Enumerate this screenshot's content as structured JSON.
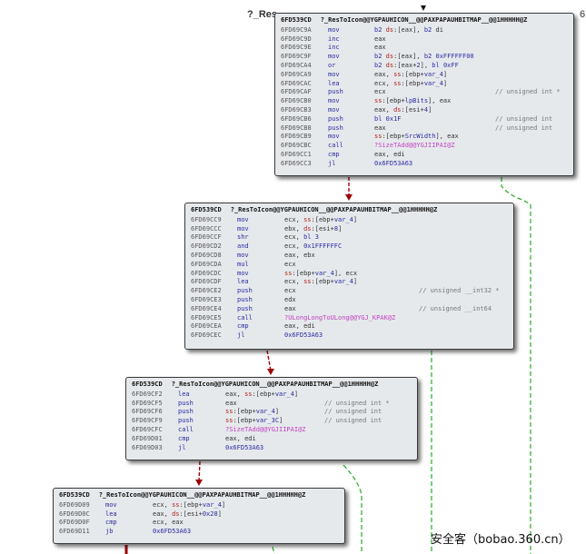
{
  "top_label": "?_Res",
  "right_edge_label": "6",
  "watermark": "安全客（bobao.360.cn）",
  "colors": {
    "edge_taken": "#a00000",
    "edge_fallthrough": "#22aa22",
    "node_bg": "#e6e9ec"
  },
  "nodes": [
    {
      "segment": "6FD539CD",
      "function": "?_ResToIcon@@YGPAUHICON__@@PAXPAPAUHBITMAP__@@1HHHHH@Z",
      "lines": [
        {
          "addr": "6FD69C9A",
          "mn": "mov",
          "op": "b2 ds:[eax], b2 di",
          "cm": ""
        },
        {
          "addr": "6FD69C9D",
          "mn": "inc",
          "op": "eax",
          "cm": ""
        },
        {
          "addr": "6FD69C9E",
          "mn": "inc",
          "op": "eax",
          "cm": ""
        },
        {
          "addr": "6FD69C9F",
          "mn": "mov",
          "op": "b2 ds:[eax], b2 0xFFFFFF00",
          "cm": ""
        },
        {
          "addr": "6FD69CA4",
          "mn": "or",
          "op": "b2 ds:[eax+2], bl 0xFF",
          "cm": ""
        },
        {
          "addr": "6FD69CA9",
          "mn": "mov",
          "op": "eax, ss:[ebp+var_4]",
          "cm": ""
        },
        {
          "addr": "6FD69CAC",
          "mn": "lea",
          "op": "ecx, ss:[ebp+var_4]",
          "cm": ""
        },
        {
          "addr": "6FD69CAF",
          "mn": "push",
          "op": "ecx",
          "cm": "// unsigned int *"
        },
        {
          "addr": "6FD69CB0",
          "mn": "mov",
          "op": "ss:[ebp+lpBits], eax",
          "cm": ""
        },
        {
          "addr": "6FD69CB3",
          "mn": "mov",
          "op": "eax, ds:[esi+4]",
          "cm": ""
        },
        {
          "addr": "6FD69CB6",
          "mn": "push",
          "op": "bl 0x1F",
          "cm": "// unsigned int"
        },
        {
          "addr": "6FD69CB8",
          "mn": "push",
          "op": "eax",
          "cm": "// unsigned int"
        },
        {
          "addr": "6FD69CB9",
          "mn": "mov",
          "op": "ss:[ebp+SrcWidth], eax",
          "cm": ""
        },
        {
          "addr": "6FD69CBC",
          "mn": "call",
          "op": "?SizeTAdd@@YGJIIPAI@Z",
          "cm": ""
        },
        {
          "addr": "6FD69CC1",
          "mn": "cmp",
          "op": "eax, edi",
          "cm": ""
        },
        {
          "addr": "6FD69CC3",
          "mn": "jl",
          "op": "0x6FD53A63",
          "cm": ""
        }
      ]
    },
    {
      "segment": "6FD539CD",
      "function": "?_ResToIcon@@YGPAUHICON__@@PAXPAPAUHBITMAP__@@1HHHHH@Z",
      "lines": [
        {
          "addr": "6FD69CC9",
          "mn": "mov",
          "op": "ecx, ss:[ebp+var_4]",
          "cm": ""
        },
        {
          "addr": "6FD69CCC",
          "mn": "mov",
          "op": "ebx, ds:[esi+8]",
          "cm": ""
        },
        {
          "addr": "6FD69CCF",
          "mn": "shr",
          "op": "ecx, bl 3",
          "cm": ""
        },
        {
          "addr": "6FD69CD2",
          "mn": "and",
          "op": "ecx, 0x1FFFFFFC",
          "cm": ""
        },
        {
          "addr": "6FD69CD8",
          "mn": "mov",
          "op": "eax, ebx",
          "cm": ""
        },
        {
          "addr": "6FD69CDA",
          "mn": "mul",
          "op": "ecx",
          "cm": ""
        },
        {
          "addr": "6FD69CDC",
          "mn": "mov",
          "op": "ss:[ebp+var_4], ecx",
          "cm": ""
        },
        {
          "addr": "6FD69CDF",
          "mn": "lea",
          "op": "ecx, ss:[ebp+var_4]",
          "cm": ""
        },
        {
          "addr": "6FD69CE2",
          "mn": "push",
          "op": "ecx",
          "cm": "// unsigned __int32 *"
        },
        {
          "addr": "6FD69CE3",
          "mn": "push",
          "op": "edx",
          "cm": ""
        },
        {
          "addr": "6FD69CE4",
          "mn": "push",
          "op": "eax",
          "cm": "// unsigned __int64"
        },
        {
          "addr": "6FD69CE5",
          "mn": "call",
          "op": "?ULongLongToULong@@YGJ_KPAK@Z",
          "cm": ""
        },
        {
          "addr": "6FD69CEA",
          "mn": "cmp",
          "op": "eax, edi",
          "cm": ""
        },
        {
          "addr": "6FD69CEC",
          "mn": "jl",
          "op": "0x6FD53A63",
          "cm": ""
        }
      ]
    },
    {
      "segment": "6FD539CD",
      "function": "?_ResToIcon@@YGPAUHICON__@@PAXPAPAUHBITMAP__@@1HHHHH@Z",
      "lines": [
        {
          "addr": "6FD69CF2",
          "mn": "lea",
          "op": "eax, ss:[ebp+var_4]",
          "cm": ""
        },
        {
          "addr": "6FD69CF5",
          "mn": "push",
          "op": "eax",
          "cm": "// unsigned int *"
        },
        {
          "addr": "6FD69CF6",
          "mn": "push",
          "op": "ss:[ebp+var_4]",
          "cm": "// unsigned int"
        },
        {
          "addr": "6FD69CF9",
          "mn": "push",
          "op": "ss:[ebp+var_3C]",
          "cm": "// unsigned int"
        },
        {
          "addr": "6FD69CFC",
          "mn": "call",
          "op": "?SizeTAdd@@YGJIIPAI@Z",
          "cm": ""
        },
        {
          "addr": "6FD69D01",
          "mn": "cmp",
          "op": "eax, edi",
          "cm": ""
        },
        {
          "addr": "6FD69D03",
          "mn": "jl",
          "op": "0x6FD53A63",
          "cm": ""
        }
      ]
    },
    {
      "segment": "6FD539CD",
      "function": "?_ResToIcon@@YGPAUHICON__@@PAXPAPAUHBITMAP__@@1HHHHH@Z",
      "lines": [
        {
          "addr": "6FD69D09",
          "mn": "mov",
          "op": "ecx, ss:[ebp+var_4]",
          "cm": ""
        },
        {
          "addr": "6FD69D0C",
          "mn": "lea",
          "op": "eax, ds:[esi+0x28]",
          "cm": ""
        },
        {
          "addr": "6FD69D0F",
          "mn": "cmp",
          "op": "ecx, eax",
          "cm": ""
        },
        {
          "addr": "6FD69D11",
          "mn": "jb",
          "op": "0x6FD53A63",
          "cm": ""
        }
      ]
    }
  ]
}
